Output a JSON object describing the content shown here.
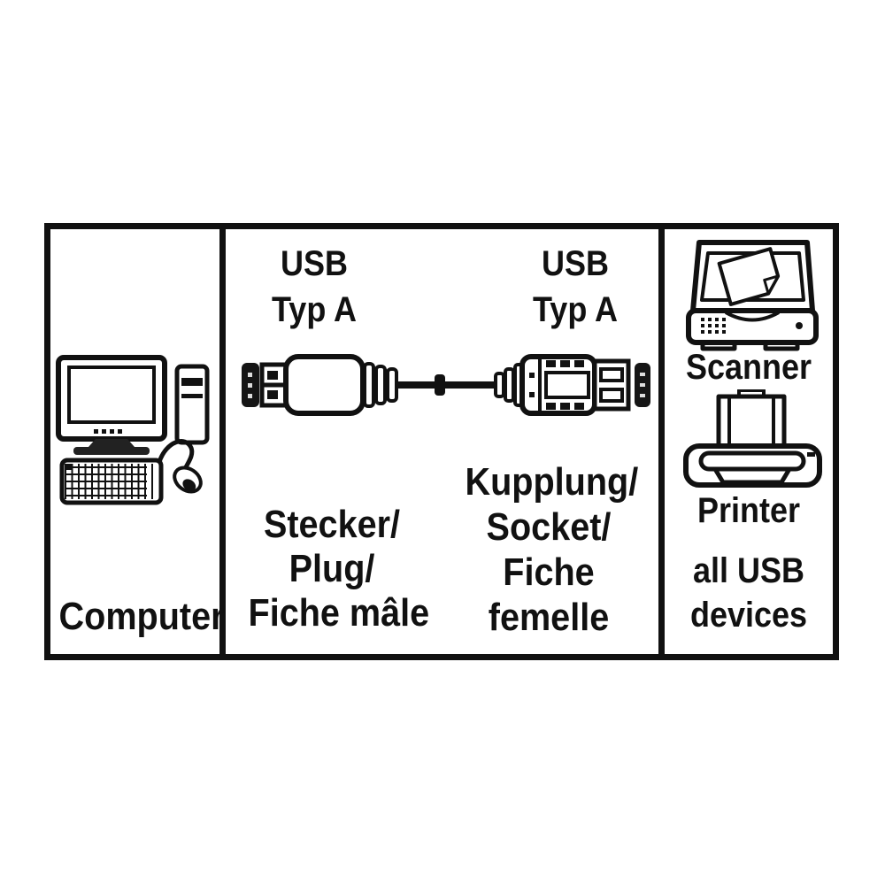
{
  "panels": {
    "computer": {
      "label": "Computer"
    },
    "cable": {
      "male": {
        "type_lines": [
          "USB",
          "Typ A"
        ],
        "name_lines": [
          "Stecker/",
          "Plug/",
          "Fiche mâle"
        ]
      },
      "female": {
        "type_lines": [
          "USB",
          "Typ A"
        ],
        "name_lines": [
          "Kupplung/",
          "Socket/",
          "Fiche",
          "femelle"
        ]
      }
    },
    "devices": {
      "scanner_label": "Scanner",
      "printer_label": "Printer",
      "footer_lines": [
        "all USB",
        "devices"
      ]
    }
  },
  "icons": {
    "computer": "desktop-computer-icon",
    "male_connector": "usb-a-plug-icon",
    "female_connector": "usb-a-socket-icon",
    "scanner": "flatbed-scanner-icon",
    "printer": "inkjet-printer-icon"
  },
  "colors": {
    "ink": "#111111",
    "background": "#ffffff"
  }
}
